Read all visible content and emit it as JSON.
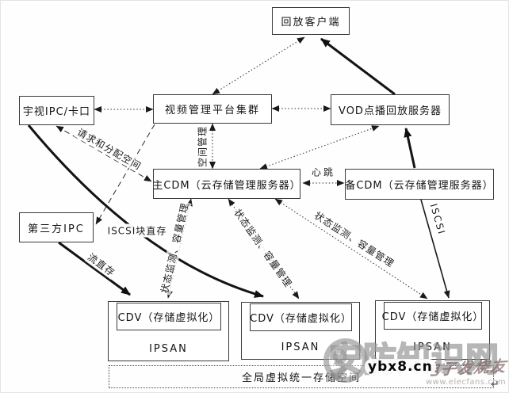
{
  "diagram": {
    "nodes": {
      "playback_client": {
        "label": "回放客户端"
      },
      "uniview_ipc": {
        "label": "宇视IPC/卡口"
      },
      "vm_platform": {
        "label": "视频管理平台集群"
      },
      "vod_server": {
        "label": "VOD点播回放服务器"
      },
      "main_cdm": {
        "label": "主CDM（云存储管理服务器）"
      },
      "backup_cdm": {
        "label": "备CDM（云存储管理服务器）"
      },
      "third_party_ipc": {
        "label": "第三方IPC"
      },
      "cdv_nodes": [
        {
          "label": "CDV（存储虚拟化）",
          "sub": "IPSAN"
        },
        {
          "label": "CDV（存储虚拟化）",
          "sub": "IPSAN"
        },
        {
          "label": "CDV（存储虚拟化）",
          "sub": "IPSAN"
        }
      ],
      "storage_pool": {
        "label": "全局虚拟统一存储空间"
      }
    },
    "edge_labels": {
      "request_allocate_space": "请求和分配空间",
      "space_management": "空间管理",
      "heartbeat": "心跳",
      "iscsi_block_direct": "ISCSI块直存",
      "stream_direct": "流直存",
      "status_capacity_left": "状态监测、容量管理",
      "status_capacity_middle": "状态监测、容量管理",
      "status_capacity_right": "状态监测、容量管理",
      "iscsi": "ISCSI"
    }
  },
  "watermark": {
    "site_name": "安防知识网",
    "site_url": "ybx8.cn",
    "brand_name": "电子发烧友",
    "brand_url": "www.elecfans.com",
    "return_mark": "↵"
  }
}
